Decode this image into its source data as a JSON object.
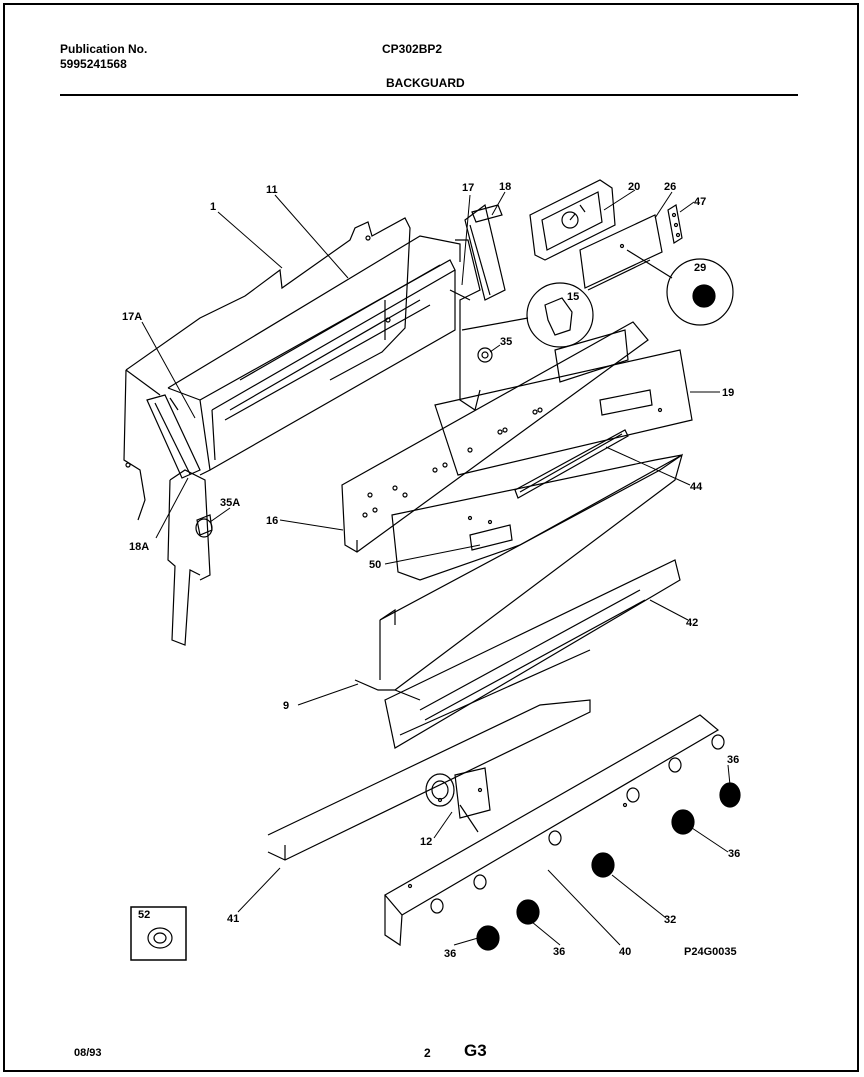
{
  "header": {
    "publication_label": "Publication No.",
    "publication_number": "5995241568",
    "model": "CP302BP2",
    "section_title": "BACKGUARD"
  },
  "callouts": {
    "c1": "1",
    "c11": "11",
    "c17": "17",
    "c18": "18",
    "c20": "20",
    "c26": "26",
    "c47": "47",
    "c17a": "17A",
    "c29": "29",
    "c15": "15",
    "c35": "35",
    "c19": "19",
    "c44": "44",
    "c35a": "35A",
    "c16": "16",
    "c18a": "18A",
    "c50": "50",
    "c42": "42",
    "c9": "9",
    "c36a": "36",
    "c36b": "36",
    "c36c": "36",
    "c36d": "36",
    "c12": "12",
    "c41": "41",
    "c52": "52",
    "c32": "32",
    "c40": "40"
  },
  "drawing_code": "P24G0035",
  "footer": {
    "date": "08/93",
    "page": "2",
    "section_code": "G3"
  }
}
